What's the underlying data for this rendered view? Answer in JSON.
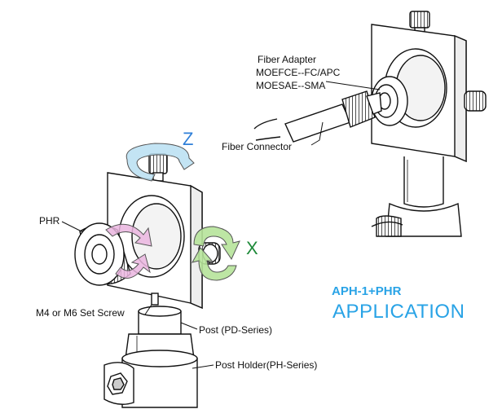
{
  "labels": {
    "fiber_adapter": "Fiber Adapter",
    "moefce": "MOEFCE--FC/APC",
    "moesae": "MOESAE--SMA",
    "fiber_connector": "Fiber Connector",
    "phr": "PHR",
    "set_screw": "M4 or M6 Set Screw",
    "post": "Post (PD-Series)",
    "post_holder": "Post Holder(PH-Series)"
  },
  "axes": {
    "z": "Z",
    "x": "X",
    "z_color": "#2f7fd8",
    "x_color": "#1e8a3a"
  },
  "title": {
    "line1": "APH-1+PHR",
    "line2": "APPLICATION",
    "color": "#29a3e6"
  },
  "arrow_colors": {
    "z_rotation": "#b9dff2",
    "x_rotation": "#b6e39a",
    "phr_rotation": "#eab5df"
  }
}
